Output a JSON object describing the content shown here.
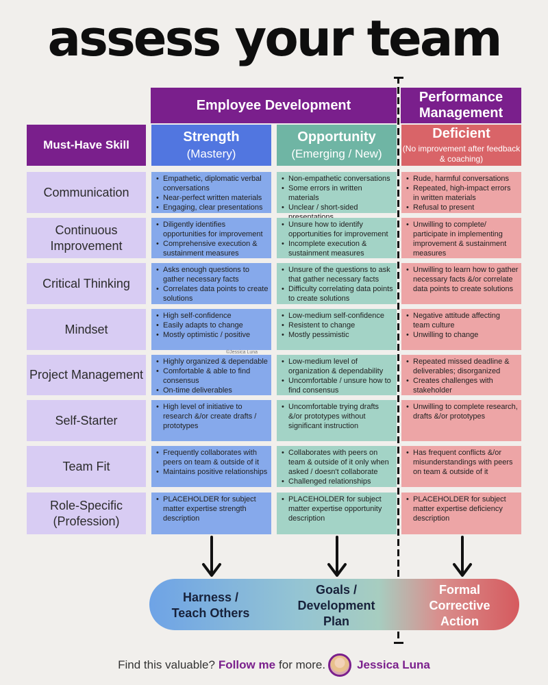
{
  "title": "assess your team",
  "headers": {
    "employee_development": "Employee Development",
    "performance_management": "Performance Management",
    "must_have_skill": "Must-Have Skill"
  },
  "columns": {
    "strength": {
      "title": "Strength",
      "subtitle": "(Mastery)"
    },
    "opportunity": {
      "title": "Opportunity",
      "subtitle": "(Emerging / New)"
    },
    "deficient": {
      "title": "Deficient",
      "subtitle": "(No improvement after feedback & coaching)"
    }
  },
  "rows": [
    {
      "skill": "Communication",
      "strength": [
        "Empathetic, diplomatic verbal conversations",
        "Near-perfect written materials",
        "Engaging, clear presentations"
      ],
      "opportunity": [
        "Non-empathetic conversations",
        "Some errors in written materials",
        "Unclear / short-sided presentations"
      ],
      "deficient": [
        "Rude, harmful conversations",
        "Repeated, high-impact errors in written materials",
        "Refusal to present"
      ]
    },
    {
      "skill": "Continuous Improvement",
      "strength": [
        "Diligently identifies opportunities for improvement",
        "Comprehensive execution & sustainment measures"
      ],
      "opportunity": [
        "Unsure how to identify opportunities for improvement",
        "Incomplete execution & sustainment measures"
      ],
      "deficient": [
        "Unwilling to complete/ participate in implementing improvement & sustainment measures"
      ]
    },
    {
      "skill": "Critical Thinking",
      "strength": [
        "Asks enough questions to gather necessary facts",
        "Correlates data points to create solutions"
      ],
      "opportunity": [
        "Unsure of the questions to ask that gather necessary facts",
        "Difficulty correlating data points to create solutions"
      ],
      "deficient": [
        "Unwilling to learn how to gather necessary facts &/or correlate data points to create solutions"
      ]
    },
    {
      "skill": "Mindset",
      "strength": [
        "High self-confidence",
        "Easily adapts to change",
        "Mostly optimistic / positive"
      ],
      "opportunity": [
        "Low-medium self-confidence",
        "Resistent to change",
        "Mostly pessimistic"
      ],
      "deficient": [
        "Negative attitude affecting team culture",
        "Unwilling to change"
      ]
    },
    {
      "skill": "Project Management",
      "strength": [
        "Highly organized & dependable",
        "Comfortable & able to find consensus",
        "On-time deliverables"
      ],
      "opportunity": [
        "Low-medium level of organization & dependability",
        "Uncomfortable / unsure how to find consensus"
      ],
      "deficient": [
        "Repeated missed deadline & deliverables; disorganized",
        "Creates challenges with stakeholder"
      ]
    },
    {
      "skill": "Self-Starter",
      "strength": [
        "High level of initiative to research &/or create drafts / prototypes"
      ],
      "opportunity": [
        "Uncomfortable trying drafts &/or prototypes without significant instruction"
      ],
      "deficient": [
        "Unwilling to complete research, drafts &/or prototypes"
      ]
    },
    {
      "skill": "Team Fit",
      "strength": [
        "Frequently collaborates with peers on team & outside of it",
        "Maintains positive relationships"
      ],
      "opportunity": [
        "Collaborates with peers on team & outside of it only when asked / doesn't collaborate",
        "Challenged relationships"
      ],
      "deficient": [
        "Has frequent conflicts &/or misunderstandings with peers on team & outside of it"
      ]
    },
    {
      "skill": "Role-Specific (Profession)",
      "strength": [
        "PLACEHOLDER for subject matter expertise strength description"
      ],
      "opportunity": [
        "PLACEHOLDER for subject matter expertise opportunity description"
      ],
      "deficient": [
        "PLACEHOLDER for subject matter expertise deficiency description"
      ]
    }
  ],
  "watermark": "©Jessica Luna",
  "outcomes": {
    "strength": "Harness / Teach Others",
    "opportunity": "Goals / Development Plan",
    "deficient": "Formal Corrective Action"
  },
  "footer": {
    "prefix": "Find this valuable?",
    "cta": "Follow me",
    "suffix": "for more.",
    "author": "Jessica Luna"
  },
  "colors": {
    "purple": "#7a1f8c",
    "strength": "#5176e0",
    "opportunity": "#6fb5a4",
    "deficient": "#d96468",
    "skill_bg": "#d8ccf3"
  }
}
